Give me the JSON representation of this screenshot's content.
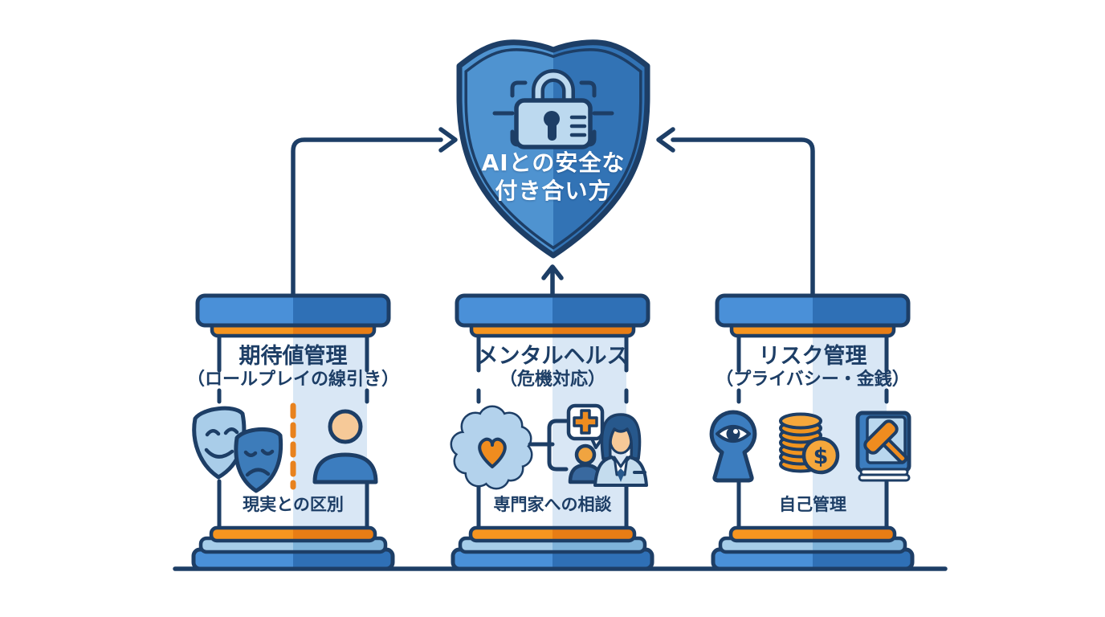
{
  "diagram": {
    "title_line1": "AIとの安全な",
    "title_line2": "付き合い方",
    "center_icon": "shield-lock-icon"
  },
  "colors": {
    "outline_navy": "#1d3e66",
    "blue_light": "#4a90d8",
    "blue_dark": "#2f70b6",
    "shield_left": "#4f93d0",
    "shield_right": "#3273b5",
    "orange": "#ef8c1f",
    "panel_light_blue": "#d9e7f5",
    "step_light_blue": "#a6cde9",
    "skin": "#f6c998",
    "white": "#ffffff"
  },
  "pillars": [
    {
      "title": "期待値管理",
      "subtitle": "（ロールプレイの線引き）",
      "caption": "現実との区別",
      "icons": [
        "comedy-tragedy-masks-icon",
        "orange-dashed-divider",
        "person-icon"
      ]
    },
    {
      "title": "メンタルヘルス",
      "subtitle": "（危機対応）",
      "caption": "専門家への相談",
      "icons": [
        "brain-heart-icon",
        "medical-chat-bubble-icon",
        "small-person-icon",
        "counselor-icon"
      ]
    },
    {
      "title": "リスク管理",
      "subtitle": "（プライバシー・金銭）",
      "caption": "自己管理",
      "icons": [
        "privacy-eye-keyhole-icon",
        "money-coins-icon",
        "law-book-gavel-icon"
      ],
      "coin_symbol": "$"
    }
  ]
}
